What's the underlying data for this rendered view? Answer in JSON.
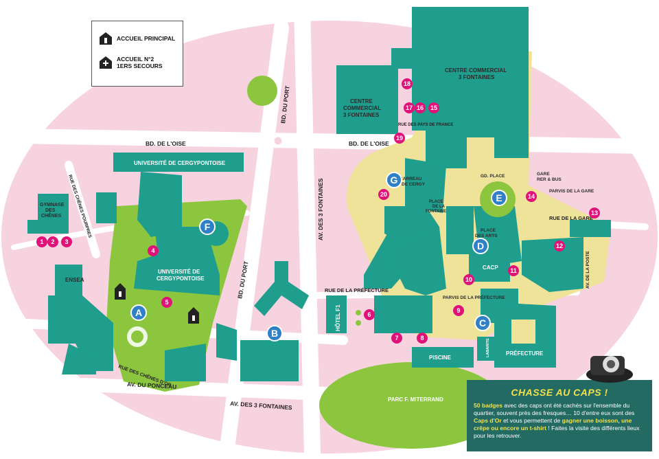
{
  "legend": {
    "main_reception": "ACCUEIL PRINCIPAL",
    "reception_2": "ACCUEIL N°2\n1ERS SECOURS"
  },
  "roads": {
    "bd_oise_west": "BD. DE L'OISE",
    "bd_oise_east": "BD. DE L'OISE",
    "bd_port_north": "BD. DU PORT",
    "bd_port_south": "BD. DU PORT",
    "av_3_fontaines_vertical": "AV. DES 3 FONTAINES",
    "av_3_fontaines_south": "AV. DES 3 FONTAINES",
    "av_ponceau": "AV. DU PONCEAU",
    "rue_chenes_pourpres": "RUE DES CHÊNES POURPRES",
    "rue_chenes_or": "RUE DES CHÊNES D'OR",
    "rue_prefecture": "RUE DE LA PRÉFECTURE",
    "rue_gare": "RUE DE LA GARE",
    "rue_pays_france": "RUE DES PAYS DE FRANCE",
    "av_poste": "AV. DE LA POSTE"
  },
  "places": {
    "universite_north": "UNIVERSITÉ DE CERGYPONTOISE",
    "universite_center": "UNIVERSITÉ DE\nCERGYPONTOISE",
    "gymnase": "GYMNASE\nDES\nCHÊNES",
    "ensea": "ENSEA",
    "centre_commercial_large": "CENTRE COMMERCIAL\n3 FONTAINES",
    "centre_commercial_small": "CENTRE\nCOMMERCIAL\n3 FONTAINES",
    "gare": "GARE\nRER & BUS",
    "parvis_gare": "PARVIS DE LA GARE",
    "gd_place": "GD. PLACE",
    "carreau": "CARREAU\nDE CERGY",
    "place_fontaine": "PLACE\nDE LA\nFONTAINE",
    "place_arts": "PLACE\nDES ARTS",
    "cacp": "CACP",
    "parvis_prefecture": "PARVIS DE LA PRÉFECTURE",
    "hotel_f1": "HÔTEL F1",
    "piscine": "PISCINE",
    "labarote": "LABARITE",
    "prefecture": "PRÉFECTURE",
    "parc": "PARC F. MITERRAND"
  },
  "letters": [
    "A",
    "B",
    "C",
    "D",
    "E",
    "F",
    "G"
  ],
  "numbers": [
    "1",
    "2",
    "3",
    "4",
    "5",
    "6",
    "7",
    "8",
    "9",
    "10",
    "11",
    "12",
    "13",
    "14",
    "15",
    "16",
    "17",
    "18",
    "19",
    "20"
  ],
  "info": {
    "title": "CHASSE AU CAPS !",
    "bold_1": "50 badges",
    "text_1": " avec des caps ont été cachés sur l'ensemble du quartier, souvent près des fresques… 10 d'entre eux sont des ",
    "bold_2": "Caps d'Or",
    "text_2": " et vous permettent de ",
    "bold_3": "gagner une boisson, une crêpe ou encore un t-shirt",
    "text_3": " ! Faites la visite des différents lieux pour les retrouver."
  },
  "colors": {
    "pink_zone": "#f7d3df",
    "teal_building": "#1f9e8e",
    "green_park": "#8cc63f",
    "yellow_zone": "#efe39a",
    "marker_magenta": "#e0127a",
    "marker_blue": "#2f80c7",
    "infobox_bg": "#236a63",
    "infobox_title": "#f2e14b"
  }
}
